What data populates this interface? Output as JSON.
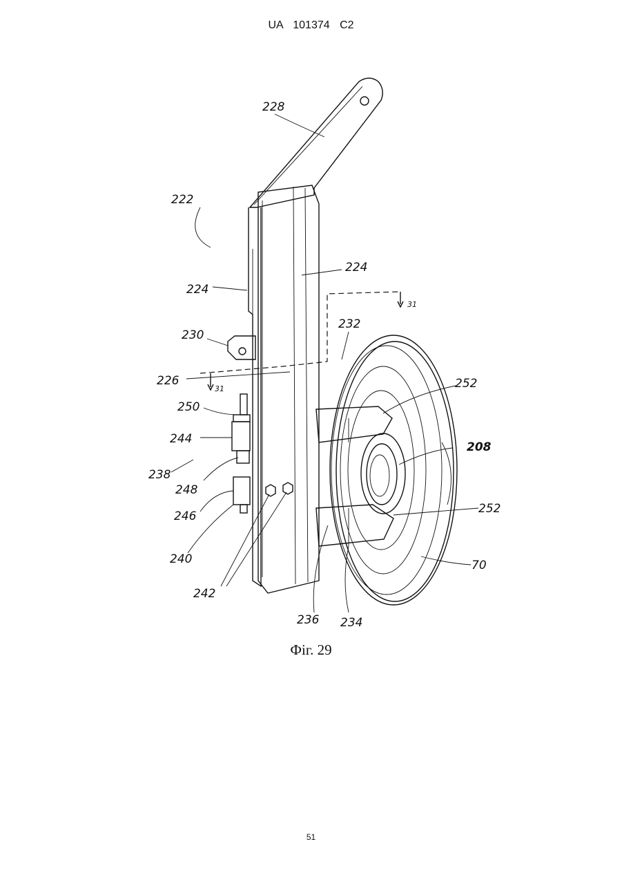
{
  "header": {
    "text": "UA   101374   C2"
  },
  "figure": {
    "caption": "Фіг. 29",
    "labels": {
      "l228": "228",
      "l222": "222",
      "l224a": "224",
      "l224b": "224",
      "l31a": "31",
      "l31b": "31",
      "l232": "232",
      "l230": "230",
      "l226": "226",
      "l252a": "252",
      "l250": "250",
      "l244": "244",
      "l208": "208",
      "l238": "238",
      "l248": "248",
      "l246": "246",
      "l252b": "252",
      "l240": "240",
      "l70": "70",
      "l242": "242",
      "l236": "236",
      "l234": "234"
    }
  },
  "footer": {
    "page_number": "51"
  }
}
